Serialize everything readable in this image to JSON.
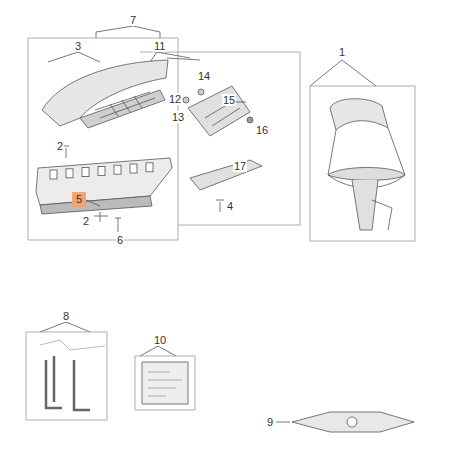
{
  "diagram": {
    "labels": [
      "7",
      "3",
      "11",
      "14",
      "12",
      "15",
      "13",
      "16",
      "2",
      "17",
      "4",
      "5",
      "2",
      "6",
      "1",
      "8",
      "10",
      "9"
    ]
  }
}
